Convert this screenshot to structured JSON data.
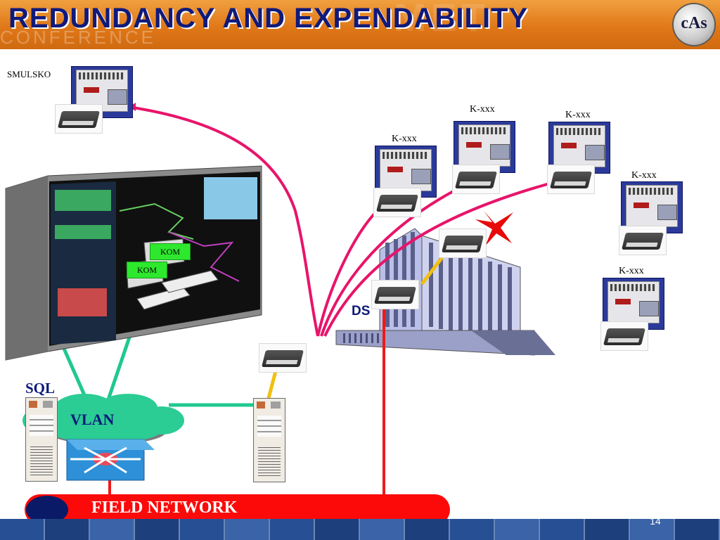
{
  "slide": {
    "title": "REDUNDANCY AND EXPENDABILITY",
    "watermark": "CONFERENCE",
    "logo_text": "cAs",
    "slide_number": "14"
  },
  "labels": {
    "smulsko": "SMULSKO",
    "kxxx": "K-xxx",
    "kom": "KOM",
    "ds": "DS",
    "sql": "SQL",
    "vlan": "VLAN",
    "field_network": "FIELD NETWORK"
  },
  "colors": {
    "title": "#101a7a",
    "header": "#e07818",
    "link_pink": "#e8146a",
    "link_red": "#ee1a1a",
    "link_green": "#20c890",
    "link_yellow": "#f0c010",
    "vlan_cloud": "#2ccc95",
    "field_bar": "#fc0a0a",
    "kom_badge": "#2ee82e",
    "fault_mark": "#e80a0a"
  },
  "icons": [
    "fault-x-icon",
    "y-connector-icon",
    "router-arrows-icon"
  ]
}
